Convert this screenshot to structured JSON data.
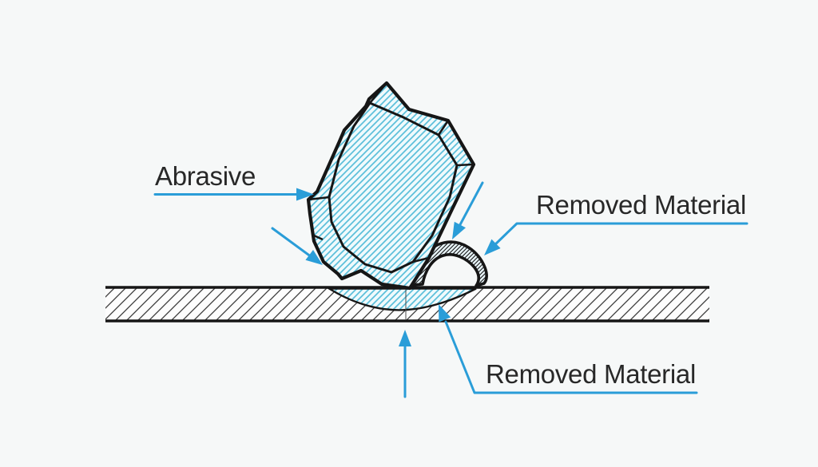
{
  "diagram_title": "abrasive-cutting-diagram",
  "labels": {
    "abrasive": "Abrasive",
    "removed_material_top": "Removed Material",
    "removed_material_bottom": "Removed Material"
  },
  "colors": {
    "background": "#f6f8f8",
    "arrow_blue": "#2a9dd8",
    "hatch_blue": "#5bbfda",
    "abrasive_fill": "#f0fafc",
    "outline_black": "#161616",
    "material_hatch": "#3a3a3a",
    "text": "#282828"
  },
  "elements": {
    "abrasive_grain": "faceted abrasive particle, blue hatched",
    "workpiece_bar": "horizontal hatched material bar",
    "chip_curl": "curled chip of removed material above surface",
    "subsurface_groove": "blue hatched removed material zone below surface"
  }
}
